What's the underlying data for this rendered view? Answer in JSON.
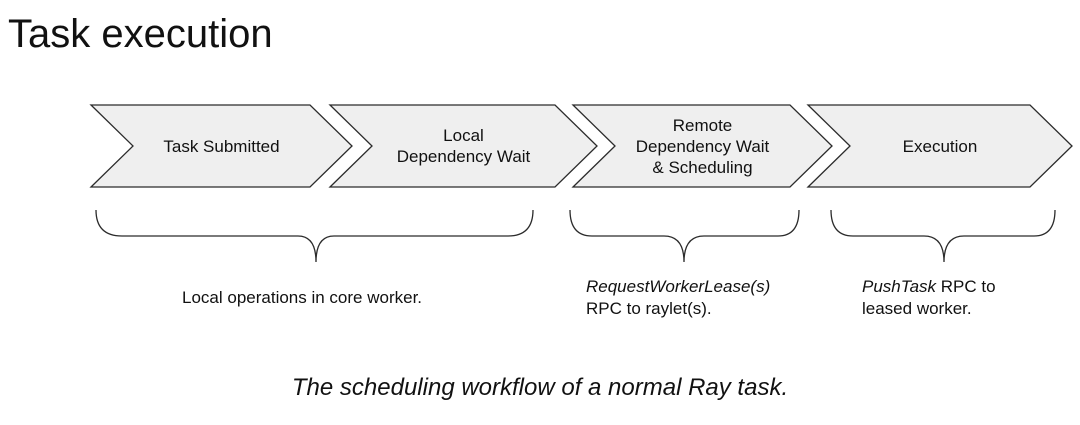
{
  "title": "Task execution",
  "stages": [
    {
      "label": "Task Submitted"
    },
    {
      "label_lines": [
        "Local",
        "Dependency Wait"
      ]
    },
    {
      "label_lines": [
        "Remote",
        "Dependency Wait",
        "& Scheduling"
      ]
    },
    {
      "label": "Execution"
    }
  ],
  "notes": {
    "local": "Local operations in core worker.",
    "remote": {
      "emph": "RequestWorkerLease(s)",
      "rest": "RPC to raylet(s)."
    },
    "exec": {
      "emph": "PushTask",
      "rest_1": " RPC to",
      "rest_2": "leased worker."
    }
  },
  "caption": "The scheduling workflow of a normal Ray task.",
  "colors": {
    "chevron_fill": "#efefef",
    "stroke": "#2b2b2b",
    "text": "#111111"
  }
}
